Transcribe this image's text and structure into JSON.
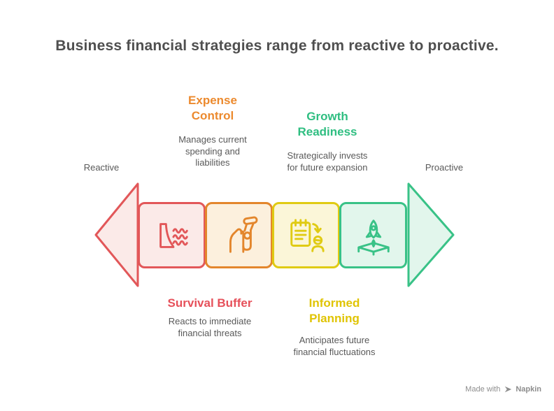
{
  "title": "Business financial strategies range from reactive to proactive.",
  "axis": {
    "left_label": "Reactive",
    "right_label": "Proactive"
  },
  "stages": [
    {
      "id": "survival-buffer",
      "label": "Survival Buffer",
      "description": "Reacts to immediate\nfinancial threats",
      "label_position": "below",
      "icon": "dam-flood-icon",
      "color": "#e25759",
      "fill": "#fbeae8"
    },
    {
      "id": "expense-control",
      "label": "Expense\nControl",
      "description": "Manages current\nspending and\nliabilities",
      "label_position": "above",
      "icon": "hand-grip-spending-icon",
      "color": "#e3862c",
      "fill": "#fcf0dd"
    },
    {
      "id": "informed-planning",
      "label": "Informed\nPlanning",
      "description": "Anticipates future\nfinancial fluctuations",
      "label_position": "below",
      "icon": "checklist-person-icon",
      "color": "#e0cb13",
      "fill": "#fbf6d8"
    },
    {
      "id": "growth-readiness",
      "label": "Growth\nReadiness",
      "description": "Strategically invests\nfor future expansion",
      "label_position": "above",
      "icon": "rocket-launchpad-icon",
      "color": "#39c287",
      "fill": "#e2f6ec"
    }
  ],
  "arrows": {
    "left_color": "#e25759",
    "left_fill": "#fbeae8",
    "right_color": "#39c287",
    "right_fill": "#e2f6ec"
  },
  "footer": {
    "made_with": "Made with",
    "brand": "Napkin"
  }
}
